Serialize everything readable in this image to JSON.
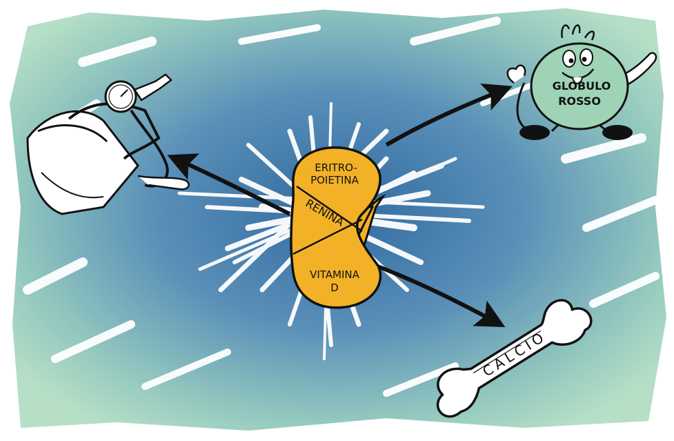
{
  "diagram": {
    "center": {
      "organ": "kidney",
      "sections": [
        {
          "id": "eritropoietina",
          "lines": [
            "ERITRO-",
            "POIETINA"
          ]
        },
        {
          "id": "renina",
          "lines": [
            "RENINA"
          ]
        },
        {
          "id": "vitamina-d",
          "lines": [
            "VITAMINA",
            "D"
          ]
        }
      ]
    },
    "targets": [
      {
        "id": "globulo-rosso",
        "lines": [
          "GLOBULO",
          "ROSSO"
        ],
        "icon": "red-blood-cell-character-icon"
      },
      {
        "id": "calcio",
        "lines": [
          "CALCIO"
        ],
        "icon": "bone-icon"
      },
      {
        "id": "blood-pressure",
        "lines": [],
        "icon": "blood-pressure-cuff-icon"
      }
    ],
    "colors": {
      "kidney_fill": "#f2b126",
      "background_center": "#3f78a8",
      "background_edge": "#a8d8c0",
      "ink": "#111111"
    }
  }
}
